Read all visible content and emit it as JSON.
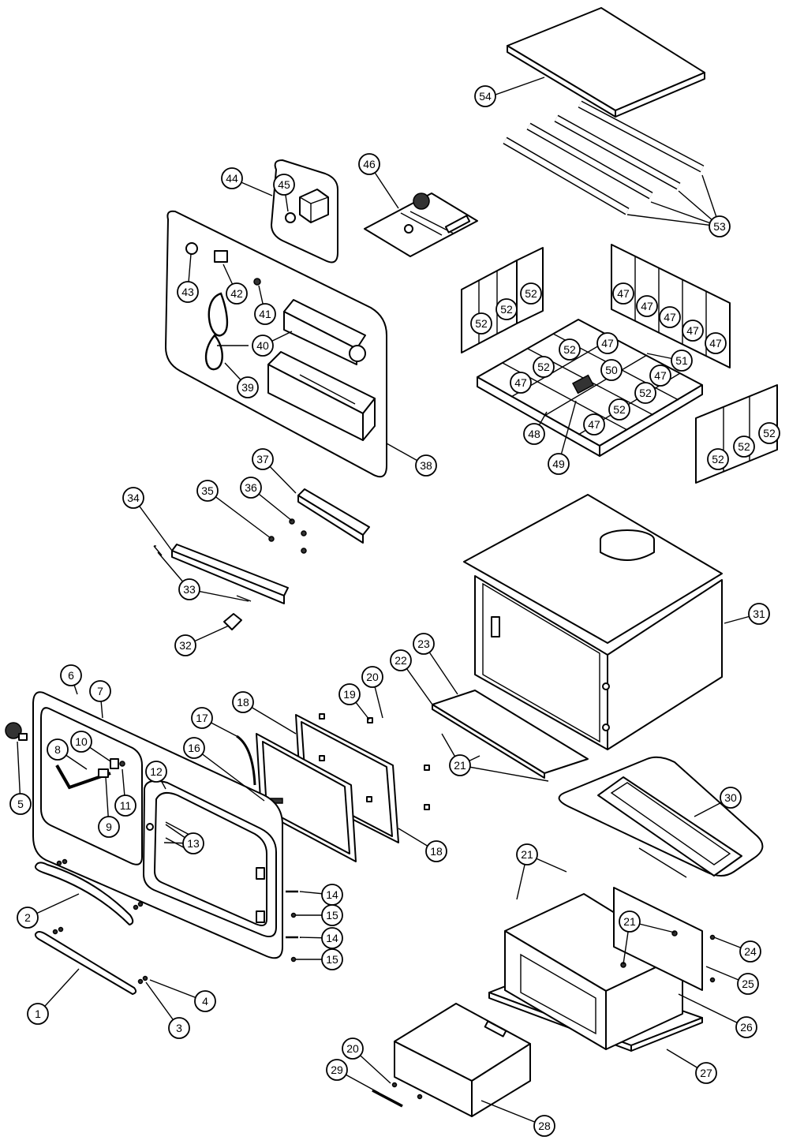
{
  "callouts": [
    {
      "id": "1",
      "label": "1"
    },
    {
      "id": "2",
      "label": "2"
    },
    {
      "id": "3",
      "label": "3"
    },
    {
      "id": "4",
      "label": "4"
    },
    {
      "id": "5",
      "label": "5"
    },
    {
      "id": "6",
      "label": "6"
    },
    {
      "id": "7",
      "label": "7"
    },
    {
      "id": "8",
      "label": "8"
    },
    {
      "id": "9",
      "label": "9"
    },
    {
      "id": "10",
      "label": "10"
    },
    {
      "id": "11",
      "label": "11"
    },
    {
      "id": "12",
      "label": "12"
    },
    {
      "id": "13",
      "label": "13"
    },
    {
      "id": "14a",
      "label": "14"
    },
    {
      "id": "14b",
      "label": "14"
    },
    {
      "id": "15a",
      "label": "15"
    },
    {
      "id": "15b",
      "label": "15"
    },
    {
      "id": "16",
      "label": "16"
    },
    {
      "id": "17",
      "label": "17"
    },
    {
      "id": "18a",
      "label": "18"
    },
    {
      "id": "18b",
      "label": "18"
    },
    {
      "id": "19",
      "label": "19"
    },
    {
      "id": "20a",
      "label": "20"
    },
    {
      "id": "20b",
      "label": "20"
    },
    {
      "id": "21a",
      "label": "21"
    },
    {
      "id": "21b",
      "label": "21"
    },
    {
      "id": "21c",
      "label": "21"
    },
    {
      "id": "22",
      "label": "22"
    },
    {
      "id": "23",
      "label": "23"
    },
    {
      "id": "24",
      "label": "24"
    },
    {
      "id": "25",
      "label": "25"
    },
    {
      "id": "26",
      "label": "26"
    },
    {
      "id": "27",
      "label": "27"
    },
    {
      "id": "28",
      "label": "28"
    },
    {
      "id": "29",
      "label": "29"
    },
    {
      "id": "30",
      "label": "30"
    },
    {
      "id": "31",
      "label": "31"
    },
    {
      "id": "32",
      "label": "32"
    },
    {
      "id": "33",
      "label": "33"
    },
    {
      "id": "34",
      "label": "34"
    },
    {
      "id": "35",
      "label": "35"
    },
    {
      "id": "36",
      "label": "36"
    },
    {
      "id": "37",
      "label": "37"
    },
    {
      "id": "38",
      "label": "38"
    },
    {
      "id": "39",
      "label": "39"
    },
    {
      "id": "40",
      "label": "40"
    },
    {
      "id": "41",
      "label": "41"
    },
    {
      "id": "42",
      "label": "42"
    },
    {
      "id": "43",
      "label": "43"
    },
    {
      "id": "44",
      "label": "44"
    },
    {
      "id": "45",
      "label": "45"
    },
    {
      "id": "46",
      "label": "46"
    },
    {
      "id": "47a",
      "label": "47"
    },
    {
      "id": "47b",
      "label": "47"
    },
    {
      "id": "47c",
      "label": "47"
    },
    {
      "id": "47d",
      "label": "47"
    },
    {
      "id": "47e",
      "label": "47"
    },
    {
      "id": "47f",
      "label": "47"
    },
    {
      "id": "47g",
      "label": "47"
    },
    {
      "id": "47h",
      "label": "47"
    },
    {
      "id": "47i",
      "label": "47"
    },
    {
      "id": "48",
      "label": "48"
    },
    {
      "id": "49",
      "label": "49"
    },
    {
      "id": "50",
      "label": "50"
    },
    {
      "id": "51",
      "label": "51"
    },
    {
      "id": "52a",
      "label": "52"
    },
    {
      "id": "52b",
      "label": "52"
    },
    {
      "id": "52c",
      "label": "52"
    },
    {
      "id": "52d",
      "label": "52"
    },
    {
      "id": "52e",
      "label": "52"
    },
    {
      "id": "52f",
      "label": "52"
    },
    {
      "id": "52g",
      "label": "52"
    },
    {
      "id": "52h",
      "label": "52"
    },
    {
      "id": "52i",
      "label": "52"
    },
    {
      "id": "52j",
      "label": "52"
    },
    {
      "id": "53",
      "label": "53"
    },
    {
      "id": "54",
      "label": "54"
    }
  ]
}
